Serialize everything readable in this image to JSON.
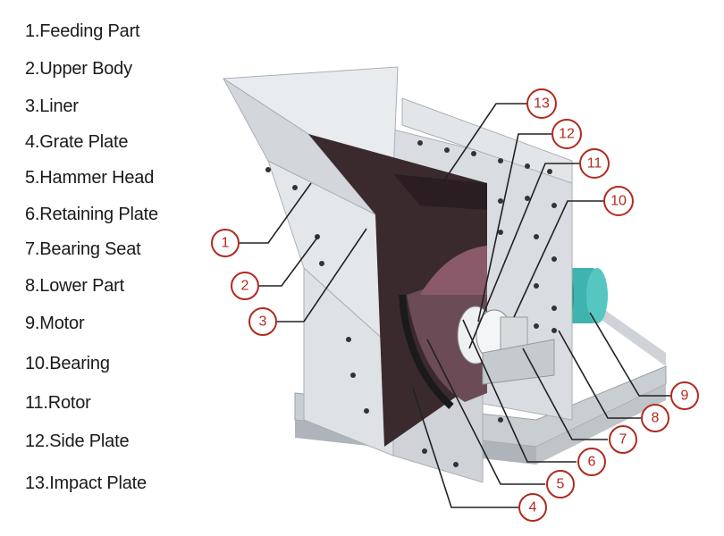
{
  "legend": {
    "items": [
      "1.Feeding Part",
      "2.Upper Body",
      "3.Liner",
      "4.Grate Plate",
      "5.Hammer Head",
      "6.Retaining Plate",
      "7.Bearing Seat",
      "8.Lower Part",
      "9.Motor",
      "10.Bearing",
      "11.Rotor",
      "12.Side Plate",
      "13.Impact Plate"
    ]
  },
  "callouts": [
    "1",
    "2",
    "3",
    "4",
    "5",
    "6",
    "7",
    "8",
    "9",
    "10",
    "11",
    "12",
    "13"
  ],
  "colors": {
    "callout": "#b12a1e",
    "leader": "#222222",
    "body": "#d9dde1",
    "body_dark": "#b9bec4",
    "cavity": "#3a2a2e",
    "motor": "#3fb3ad"
  }
}
